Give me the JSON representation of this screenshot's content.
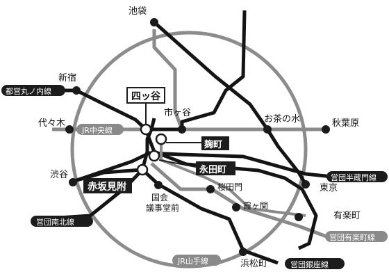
{
  "stations": {
    "ikebukuro": "池袋",
    "shinjuku": "新宿",
    "yoyogi": "代々木",
    "shibuya": "渋谷",
    "ichigaya": "市ヶ谷",
    "yotsuya": "四ッ谷",
    "kojimachi": "麹町",
    "nagatacho": "永田町",
    "akasaka_mitsuke": "赤坂見附",
    "sakuradamon": "桜田門",
    "kokkai_gijidomae": "国会\n議事堂前",
    "kasumigaseki": "霞ヶ関",
    "ochanomizu": "お茶の水",
    "akihabara": "秋葉原",
    "tokyo": "東京",
    "yurakucho": "有楽町",
    "hamamatsucho": "浜松町"
  },
  "lines": {
    "toei_marunouchi": "都営丸ノ内線",
    "jr_chuo": "JR中央線",
    "jr_yamanote": "JR山手線",
    "eidan_hanzomon": "営団半蔵門線",
    "eidan_namboku": "営団南北線",
    "eidan_yurakucho": "営団有楽町線",
    "eidan_ginza": "営団銀座線"
  },
  "colors": {
    "ring": "#8c8c8c",
    "dark_line": "#141414",
    "gray_line": "#8a8a8a",
    "station_dot": "#1a1a1a",
    "label_box": "#1c1c1c",
    "label_text_inverse": "#ffffff"
  }
}
